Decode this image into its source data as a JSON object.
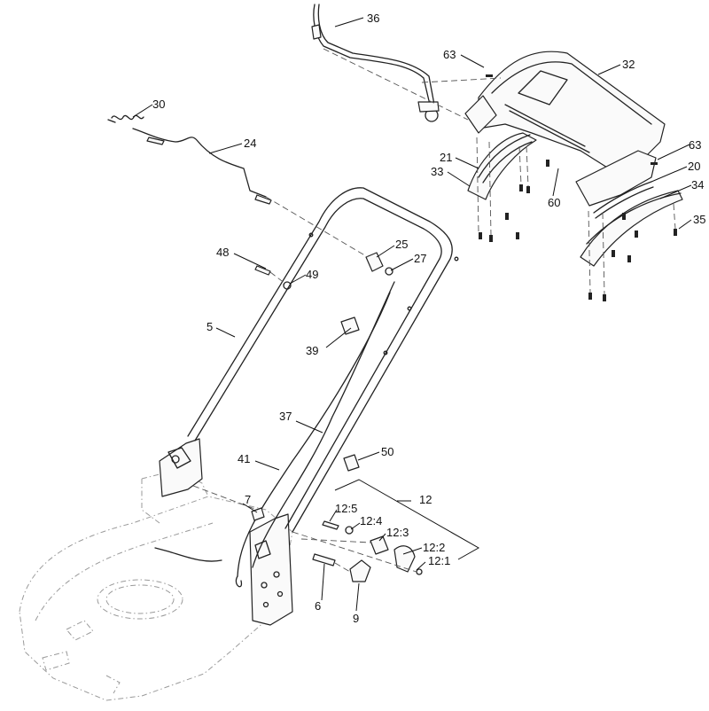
{
  "diagram": {
    "callouts": [
      {
        "id": "c36",
        "text": "36"
      },
      {
        "id": "c63a",
        "text": "63"
      },
      {
        "id": "c32",
        "text": "32"
      },
      {
        "id": "c30",
        "text": "30"
      },
      {
        "id": "c24",
        "text": "24"
      },
      {
        "id": "c63b",
        "text": "63"
      },
      {
        "id": "c20",
        "text": "20"
      },
      {
        "id": "c21",
        "text": "21"
      },
      {
        "id": "c33",
        "text": "33"
      },
      {
        "id": "c60",
        "text": "60"
      },
      {
        "id": "c34",
        "text": "34"
      },
      {
        "id": "c35",
        "text": "35"
      },
      {
        "id": "c48",
        "text": "48"
      },
      {
        "id": "c25",
        "text": "25"
      },
      {
        "id": "c27",
        "text": "27"
      },
      {
        "id": "c49",
        "text": "49"
      },
      {
        "id": "c5",
        "text": "5"
      },
      {
        "id": "c39",
        "text": "39"
      },
      {
        "id": "c37",
        "text": "37"
      },
      {
        "id": "c41",
        "text": "41"
      },
      {
        "id": "c50",
        "text": "50"
      },
      {
        "id": "c12",
        "text": "12"
      },
      {
        "id": "c7",
        "text": "7"
      },
      {
        "id": "c12_5",
        "text": "12:5"
      },
      {
        "id": "c12_4",
        "text": "12:4"
      },
      {
        "id": "c12_3",
        "text": "12:3"
      },
      {
        "id": "c12_2",
        "text": "12:2"
      },
      {
        "id": "c12_1",
        "text": "12:1"
      },
      {
        "id": "c6",
        "text": "6"
      },
      {
        "id": "c9",
        "text": "9"
      }
    ]
  }
}
